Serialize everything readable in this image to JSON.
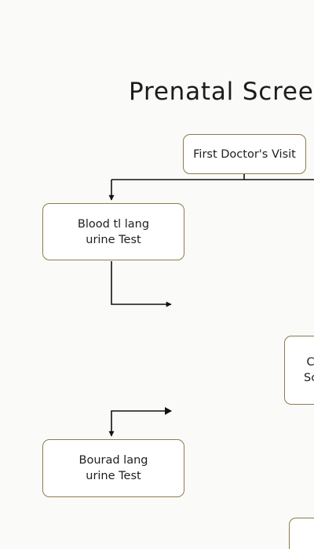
{
  "diagram": {
    "title": "Prenatal Screening",
    "nodes": {
      "first_visit": {
        "label": "First Doctor's Visit"
      },
      "blood_test_1": {
        "line1": "Blood tl lang",
        "line2": "urine Test"
      },
      "blood_test_2": {
        "line1": "Bourad lang",
        "line2": "urine Test"
      },
      "right_partial": {
        "line1": "C",
        "line2": "Sc"
      }
    }
  }
}
